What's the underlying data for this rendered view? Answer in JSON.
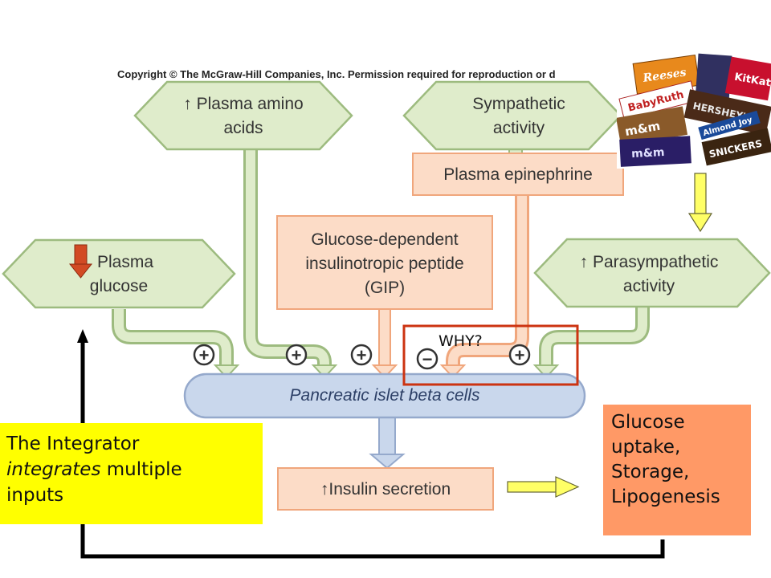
{
  "copyright": "Copyright © The McGraw-Hill Companies, Inc. Permission required for reproduction or d",
  "nodes": {
    "amino_l1": "↑ Plasma amino",
    "amino_l2": "acids",
    "symp_l1": "Sympathetic",
    "symp_l2": "activity",
    "epi": "Plasma epinephrine",
    "gip_l1": "Glucose-dependent",
    "gip_l2": "insulinotropic peptide",
    "gip_l3": "(GIP)",
    "glucose_l1": "Plasma",
    "glucose_l2": "glucose",
    "para_l1": "↑ Parasympathetic",
    "para_l2": "activity",
    "beta": "Pancreatic islet beta cells",
    "insulin": "↑Insulin secretion"
  },
  "signs": {
    "glucose": "+",
    "amino": "+",
    "gip": "+",
    "symp": "−",
    "para": "+"
  },
  "why": "WHY?",
  "integrator": {
    "line1": "The Integrator",
    "line2_italic": "integrates",
    "line2_rest": " multiple",
    "line3": "inputs"
  },
  "outcome": [
    "Glucose",
    "uptake,",
    "Storage,",
    "Lipogenesis"
  ],
  "candy_labels": {
    "reeses": "Reeses",
    "kitkat": "KitKat",
    "babyruth": "BabyRuth",
    "hersheys": "HERSHEY'S",
    "mms": "m&m",
    "almond": "Almond Joy",
    "snickers": "SNICKERS"
  },
  "colors": {
    "green_fill": "#dfeccb",
    "green_stroke": "#9dbb7f",
    "orange_fill": "#fcdcc7",
    "orange_stroke": "#f0a67c",
    "blue_fill": "#c9d7ec",
    "blue_stroke": "#95a9cc",
    "integrator_bg": "#ffff00",
    "outcome_bg": "#ff9966",
    "why_border": "#cc3311",
    "feedback_arrow": "#000000"
  }
}
